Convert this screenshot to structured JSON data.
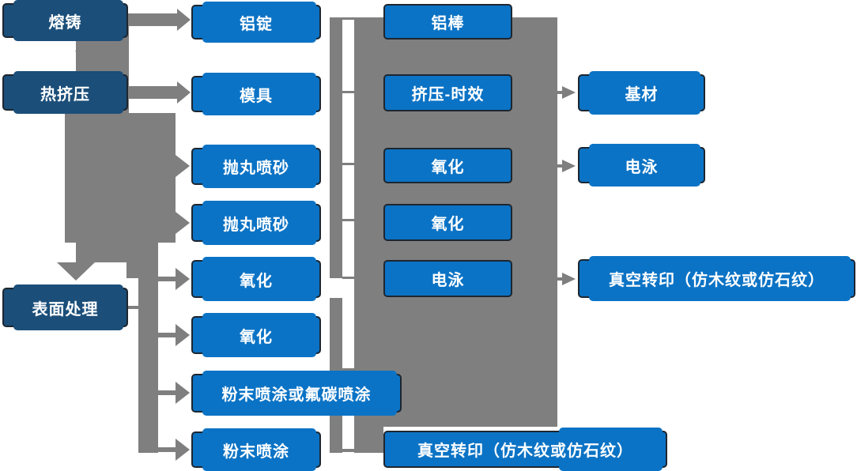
{
  "diagram_type": "process-flowchart",
  "language": "zh-CN",
  "colors": {
    "stage_background": "#ffffff",
    "primary_box_fill": "#1b4e79",
    "secondary_box_fill": "#0b73c5",
    "box_border": "#1d2630",
    "box_text": "#ffffff",
    "connector_gray": "#7f7f7f"
  },
  "nodes": [
    {
      "label": "熔铸"
    },
    {
      "label": "热挤压"
    },
    {
      "label": "表面处理"
    },
    {
      "label": "铝锭"
    },
    {
      "label": "模具"
    },
    {
      "label": "抛丸喷砂"
    },
    {
      "label": "抛丸喷砂"
    },
    {
      "label": "氧化"
    },
    {
      "label": "氧化"
    },
    {
      "label": "粉末喷涂或氟碳喷涂"
    },
    {
      "label": "粉末喷涂"
    },
    {
      "label": "铝棒"
    },
    {
      "label": "挤压-时效"
    },
    {
      "label": "氧化"
    },
    {
      "label": "氧化"
    },
    {
      "label": "电泳"
    },
    {
      "label": "真空转印（仿木纹或仿石纹）"
    },
    {
      "label": "基材"
    },
    {
      "label": "电泳"
    },
    {
      "label": "真空转印（仿木纹或仿石纹）"
    }
  ],
  "edges_summary": [
    "熔铸 → 热挤压 → 表面处理 (竖向主流程)",
    "熔铸/热挤压/表面处理 → 铝锭, 模具, 抛丸喷砂×2, 氧化×2, 粉末喷涂或氟碳喷涂, 粉末喷涂",
    "第二列 → 铝棒, 挤压-时效, 氧化×2, 电泳, 真空转印（仿木纹或仿石纹）",
    "挤压-时效 → 基材, 氧化 → 电泳, 电泳 → 真空转印（仿木纹或仿石纹）"
  ]
}
